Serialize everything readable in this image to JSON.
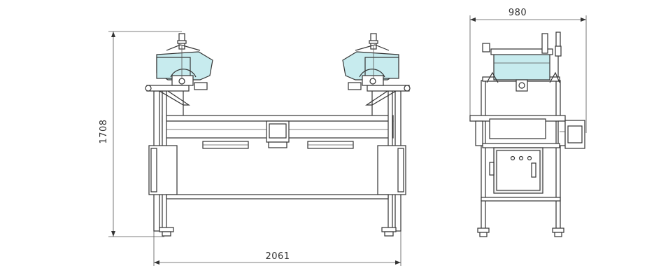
{
  "dimensions": {
    "front_width": "2061",
    "front_height": "1708",
    "side_width": "980"
  },
  "colors": {
    "motor_fill": "#c7ebee",
    "line": "#333333",
    "panel_fill": "#f2f2f2"
  }
}
